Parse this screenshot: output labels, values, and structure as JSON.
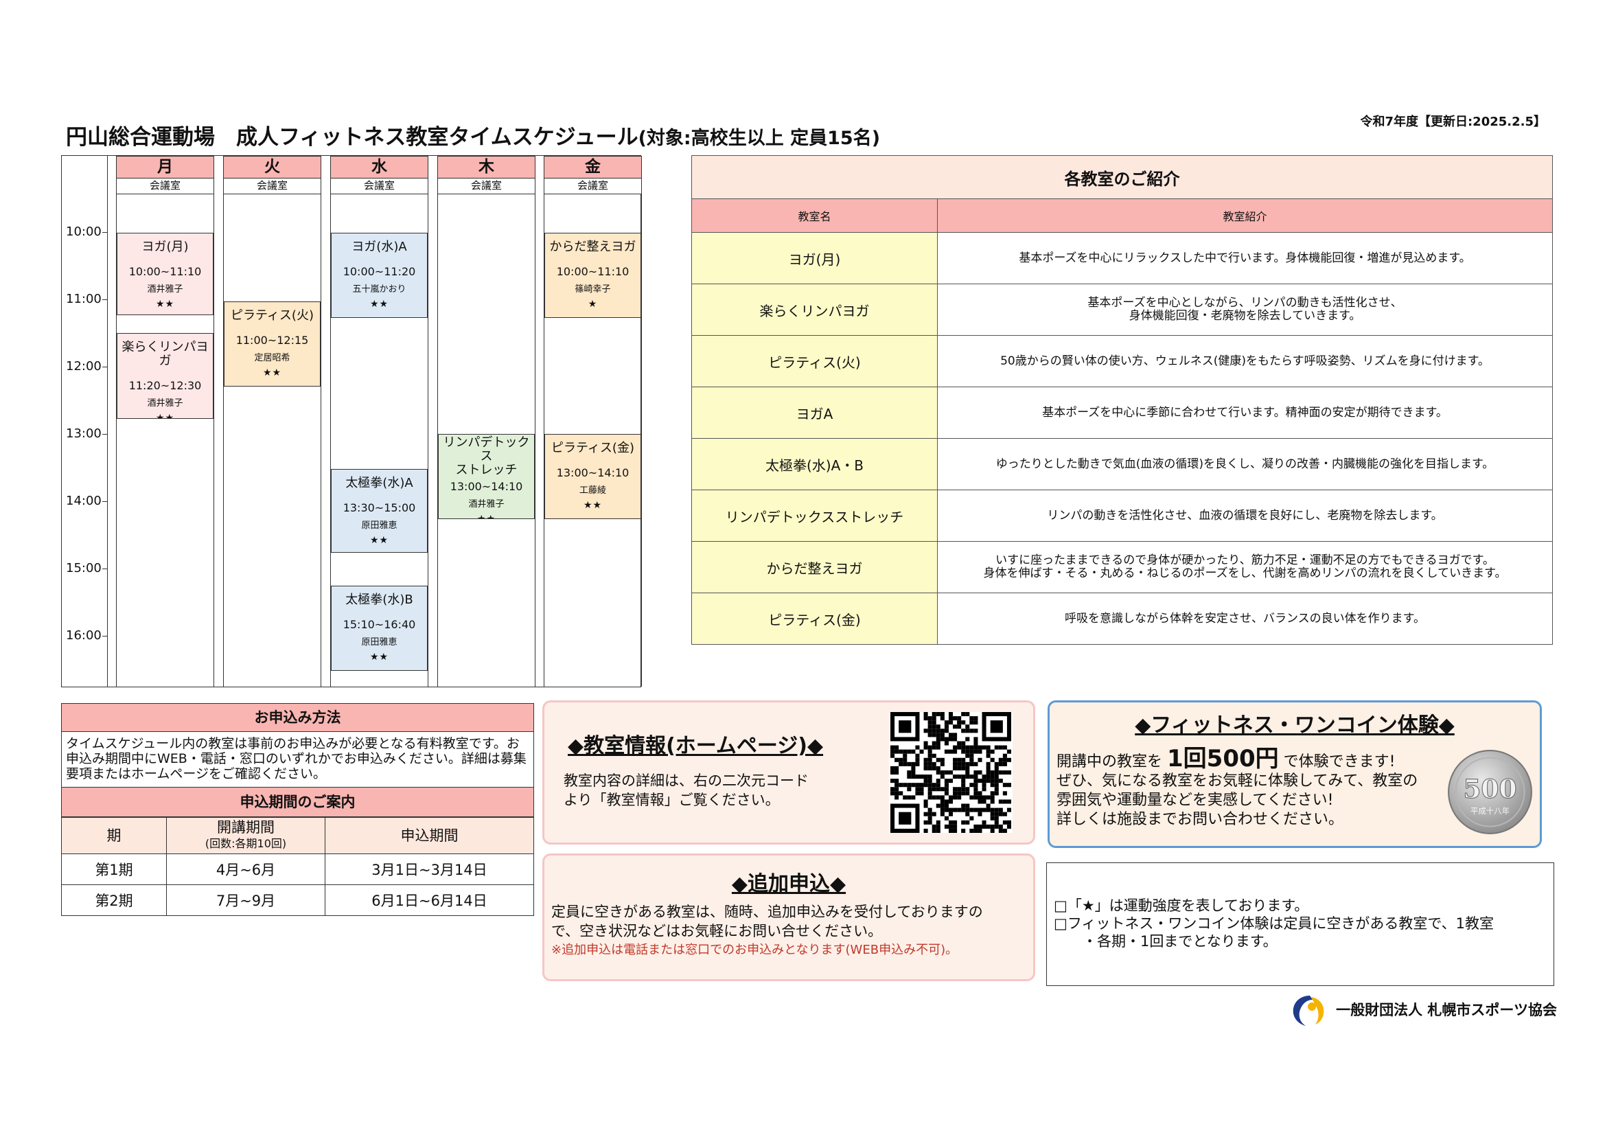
{
  "header": {
    "title": "円山総合運動場　成人フィットネス教室タイムスケジュール",
    "subtitle": "(対象:高校生以上 定員15名)",
    "update": "令和7年度【更新日:2025.2.5】"
  },
  "schedule": {
    "times": [
      "10:00",
      "11:00",
      "12:00",
      "13:00",
      "14:00",
      "15:00",
      "16:00"
    ],
    "days": [
      {
        "label": "月",
        "room": "会議室"
      },
      {
        "label": "火",
        "room": "会議室"
      },
      {
        "label": "水",
        "room": "会議室"
      },
      {
        "label": "木",
        "room": "会議室"
      },
      {
        "label": "金",
        "room": "会議室"
      }
    ],
    "classes": {
      "mon1": {
        "name": "ヨガ(月)",
        "time": "10:00~11:10",
        "teacher": "酒井雅子",
        "stars": "★★"
      },
      "mon2": {
        "name": "楽らくリンパヨガ",
        "time": "11:20~12:30",
        "teacher": "酒井雅子",
        "stars": "★★"
      },
      "tue1": {
        "name": "ピラティス(火)",
        "time": "11:00~12:15",
        "teacher": "定居昭希",
        "stars": "★★"
      },
      "wed1": {
        "name": "ヨガ(水)A",
        "time": "10:00~11:20",
        "teacher": "五十嵐かおり",
        "stars": "★★"
      },
      "wed2": {
        "name": "太極拳(水)A",
        "time": "13:30~15:00",
        "teacher": "原田雅恵",
        "stars": "★★"
      },
      "wed3": {
        "name": "太極拳(水)B",
        "time": "15:10~16:40",
        "teacher": "原田雅恵",
        "stars": "★★"
      },
      "thu1": {
        "name": "リンパデトックス\nストレッチ",
        "time": "13:00~14:10",
        "teacher": "酒井雅子",
        "stars": "★★"
      },
      "fri1": {
        "name": "からだ整えヨガ",
        "time": "10:00~11:10",
        "teacher": "篠崎幸子",
        "stars": "★"
      },
      "fri2": {
        "name": "ピラティス(金)",
        "time": "13:00~14:10",
        "teacher": "工藤綾",
        "stars": "★★"
      }
    }
  },
  "intro": {
    "title": "各教室のご紹介",
    "col_name": "教室名",
    "col_desc": "教室紹介",
    "rows": [
      {
        "name": "ヨガ(月)",
        "desc": "基本ポーズを中心にリラックスした中で行います。身体機能回復・増進が見込めます。"
      },
      {
        "name": "楽らくリンパヨガ",
        "desc": "基本ポーズを中心としながら、リンパの動きも活性化させ、\n身体機能回復・老廃物を除去していきます。"
      },
      {
        "name": "ピラティス(火)",
        "desc": "50歳からの賢い体の使い方、ウェルネス(健康)をもたらす呼吸姿勢、リズムを身に付けます。"
      },
      {
        "name": "ヨガA",
        "desc": "基本ポーズを中心に季節に合わせて行います。精神面の安定が期待できます。"
      },
      {
        "name": "太極拳(水)A・B",
        "desc": "ゆったりとした動きで気血(血液の循環)を良くし、凝りの改善・内臓機能の強化を目指します。"
      },
      {
        "name": "リンパデトックスストレッチ",
        "desc": "リンパの動きを活性化させ、血液の循環を良好にし、老廃物を除去します。"
      },
      {
        "name": "からだ整えヨガ",
        "desc": "いすに座ったままできるので身体が硬かったり、筋力不足・運動不足の方でもできるヨガです。\n身体を伸ばす・そる・丸める・ねじるのポーズをし、代謝を高めリンパの流れを良くしていきます。"
      },
      {
        "name": "ピラティス(金)",
        "desc": "呼吸を意識しながら体幹を安定させ、バランスの良い体を作ります。"
      }
    ]
  },
  "apply": {
    "title": "お申込み方法",
    "text": "タイムスケジュール内の教室は事前のお申込みが必要となる有料教室です。お申込み期間中にWEB・電話・窓口のいずれかでお申込みください。詳細は募集要項またはホームページをご確認ください。",
    "period_title": "申込期間のご案内",
    "col_term": "期",
    "col_course": "開講期間",
    "col_course_note": "(回数:各期10回)",
    "col_apply": "申込期間",
    "rows": [
      {
        "term": "第1期",
        "course": "4月~6月",
        "apply": "3月1日~3月14日"
      },
      {
        "term": "第2期",
        "course": "7月~9月",
        "apply": "6月1日~6月14日"
      }
    ]
  },
  "homepage": {
    "title": "◆教室情報(ホームページ)◆",
    "line1": "教室内容の詳細は、右の二次元コード",
    "line2": "より「教室情報」ご覧ください。"
  },
  "addapp": {
    "title": "◆追加申込◆",
    "line1": "定員に空きがある教室は、随時、追加申込みを受付しておりますの",
    "line2": "で、空き状況などはお気軽にお問い合せください。",
    "note": "※追加申込は電話または窓口でのお申込みとなります(WEB申込み不可)。"
  },
  "onecoin": {
    "title": "◆フィットネス・ワンコイン体験◆",
    "pre": "開講中の教室を",
    "price": "1回500円",
    "post": "で体験できます!",
    "line2": "ぜひ、気になる教室をお気軽に体験してみて、教室の",
    "line3": "雰囲気や運動量などを実感してください!",
    "line4": "詳しくは施設までお問い合わせください。",
    "coin_value": "500",
    "coin_year": "平成十八年"
  },
  "notes": {
    "line1": "□「★」は運動強度を表しております。",
    "line2": "□フィットネス・ワンコイン体験は定員に空きがある教室で、1教室",
    "line3": "・各期・1回までとなります。"
  },
  "org": {
    "name": "一般財団法人 札幌市スポーツ協会"
  },
  "colors": {
    "header_pink": "#f8b5b1",
    "name_yellow": "#fdfbc8",
    "onecoin_border": "#5b9bd5"
  }
}
